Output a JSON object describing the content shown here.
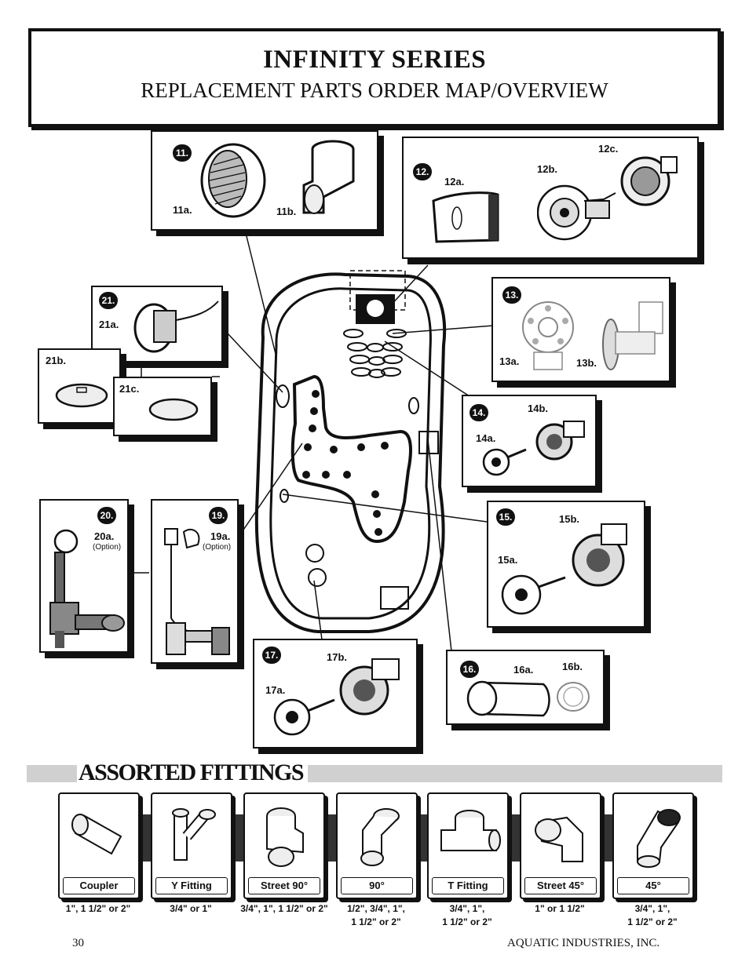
{
  "header": {
    "title": "INFINITY SERIES",
    "subtitle": "REPLACEMENT PARTS ORDER MAP/OVERVIEW"
  },
  "panels": {
    "p11": {
      "num": "11.",
      "a": "11a.",
      "b": "11b."
    },
    "p12": {
      "num": "12.",
      "a": "12a.",
      "b": "12b.",
      "c": "12c."
    },
    "p13": {
      "num": "13.",
      "a": "13a.",
      "b": "13b."
    },
    "p14": {
      "num": "14.",
      "a": "14a.",
      "b": "14b."
    },
    "p15": {
      "num": "15.",
      "a": "15a.",
      "b": "15b."
    },
    "p16": {
      "num": "16.",
      "a": "16a.",
      "b": "16b."
    },
    "p17": {
      "num": "17.",
      "a": "17a.",
      "b": "17b."
    },
    "p19": {
      "num": "19.",
      "a": "19a.",
      "option": "(Option)"
    },
    "p20": {
      "num": "20.",
      "a": "20a.",
      "option": "(Option)"
    },
    "p21": {
      "num": "21.",
      "a": "21a.",
      "b": "21b.",
      "c": "21c."
    }
  },
  "fittings": {
    "title": "ASSORTED FITTINGS",
    "items": [
      {
        "name": "Coupler",
        "sizes": "1\", 1 1/2\" or 2\""
      },
      {
        "name": "Y Fitting",
        "sizes": "3/4\" or 1\""
      },
      {
        "name": "Street 90°",
        "sizes": "3/4\", 1\", 1 1/2\" or 2\""
      },
      {
        "name": "90°",
        "sizes": "1/2\", 3/4\", 1\",\n1 1/2\" or 2\""
      },
      {
        "name": "T Fitting",
        "sizes": "3/4\", 1\",\n1 1/2\" or 2\""
      },
      {
        "name": "Street 45°",
        "sizes": "1\" or 1 1/2\""
      },
      {
        "name": "45°",
        "sizes": "3/4\", 1\",\n1 1/2\" or 2\""
      }
    ]
  },
  "footer": {
    "page": "30",
    "company": "AQUATIC INDUSTRIES, INC."
  }
}
